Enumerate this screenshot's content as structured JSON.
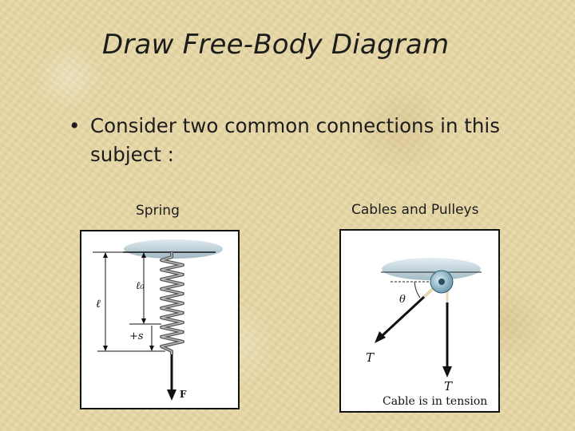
{
  "slide": {
    "title": "Draw Free-Body Diagram",
    "bullet": "Consider two common connections in this subject :",
    "bullet_marker": "•"
  },
  "spring_figure": {
    "caption": "Spring",
    "label_total_length": "ℓ",
    "label_unstretched": "ℓ₀",
    "label_stretch": "+s",
    "label_force": "F"
  },
  "pulley_figure": {
    "caption": "Cables and Pulleys",
    "label_angle": "θ",
    "label_tension_left": "T",
    "label_tension_down": "T",
    "label_caption": "Cable is in tension"
  }
}
